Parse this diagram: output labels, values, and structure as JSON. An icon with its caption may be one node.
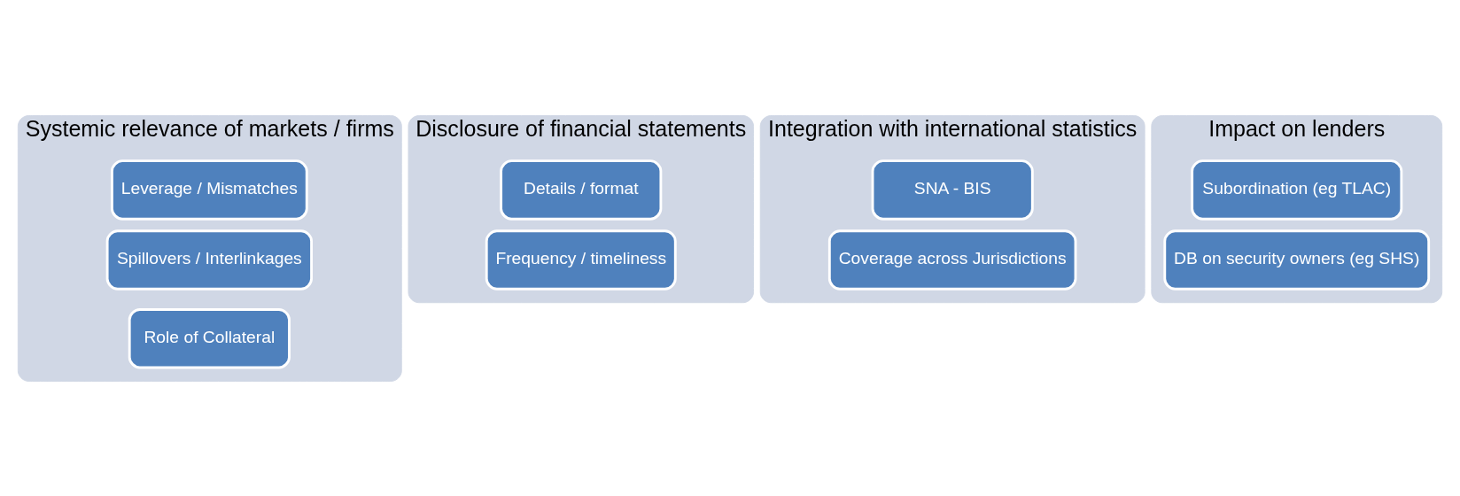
{
  "diagram": {
    "nodes": [
      {
        "text": [
          "Systemic relevance of markets / firms"
        ]
      },
      {
        "text": [
          "Leverage / Mismatches"
        ],
        "in": 0
      },
      {
        "text": [
          "Spillovers / Interlinkages"
        ],
        "in": 0
      },
      {
        "text": [
          "Role of Collateral"
        ],
        "in": 0
      },
      {
        "text": [
          "Disclosure of financial statements"
        ]
      },
      {
        "text": [
          "Details / format"
        ],
        "in": 4
      },
      {
        "text": [
          "Frequency / timeliness"
        ],
        "in": 4
      },
      {
        "text": [
          "Integration with international statistics"
        ]
      },
      {
        "text": [
          "SNA - BIS"
        ],
        "in": 7
      },
      {
        "text": [
          "Coverage across Jurisdictions"
        ],
        "in": 7
      },
      {
        "text": [
          "Impact on lenders"
        ]
      },
      {
        "text": [
          "Subordination (eg TLAC)"
        ],
        "in": 10
      },
      {
        "text": [
          "DB on security owners (eg SHS)"
        ],
        "in": 10
      }
    ]
  }
}
